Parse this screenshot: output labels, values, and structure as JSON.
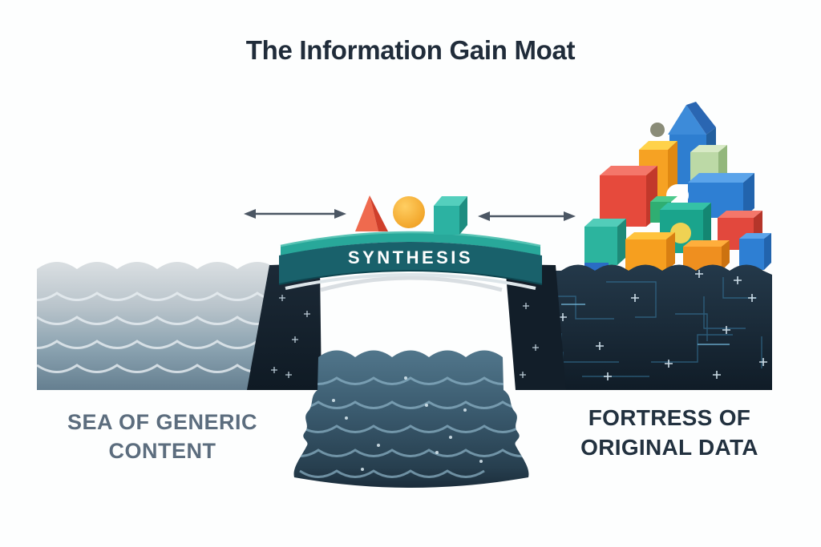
{
  "title": "The Information Gain Moat",
  "bridge": {
    "label": "SYNTHESIS"
  },
  "left_sea": {
    "label_line1": "SEA OF GENERIC",
    "label_line2": "CONTENT"
  },
  "right_fortress": {
    "label_line1": "FORTRESS OF",
    "label_line2": "ORIGINAL DATA"
  },
  "palette": {
    "background": "#fdfefe",
    "title_text": "#202c3a",
    "left_label_text": "#5c6d7e",
    "right_label_text": "#22313f",
    "bridge_deck_teal": "#28a89a",
    "bridge_band_teal": "#19616b",
    "bridge_label_text": "#fdfefe",
    "sea_gradient_top": "#d9dee1",
    "sea_gradient_bottom": "#657f90",
    "moat_gradient_top": "#50758a",
    "moat_gradient_bottom": "#1c2f3d",
    "land_navy": "#14222e",
    "circuit_line_blue": "#3b82ab",
    "arrow_gray": "#4b5663",
    "block_red": "#e2483d",
    "block_orange": "#f6a223",
    "block_yellow": "#ffd24a",
    "block_blue": "#2e7fd3",
    "block_teal": "#2cb49e",
    "block_green": "#bcd9a6",
    "sphere_orange": "#f6a82c"
  }
}
